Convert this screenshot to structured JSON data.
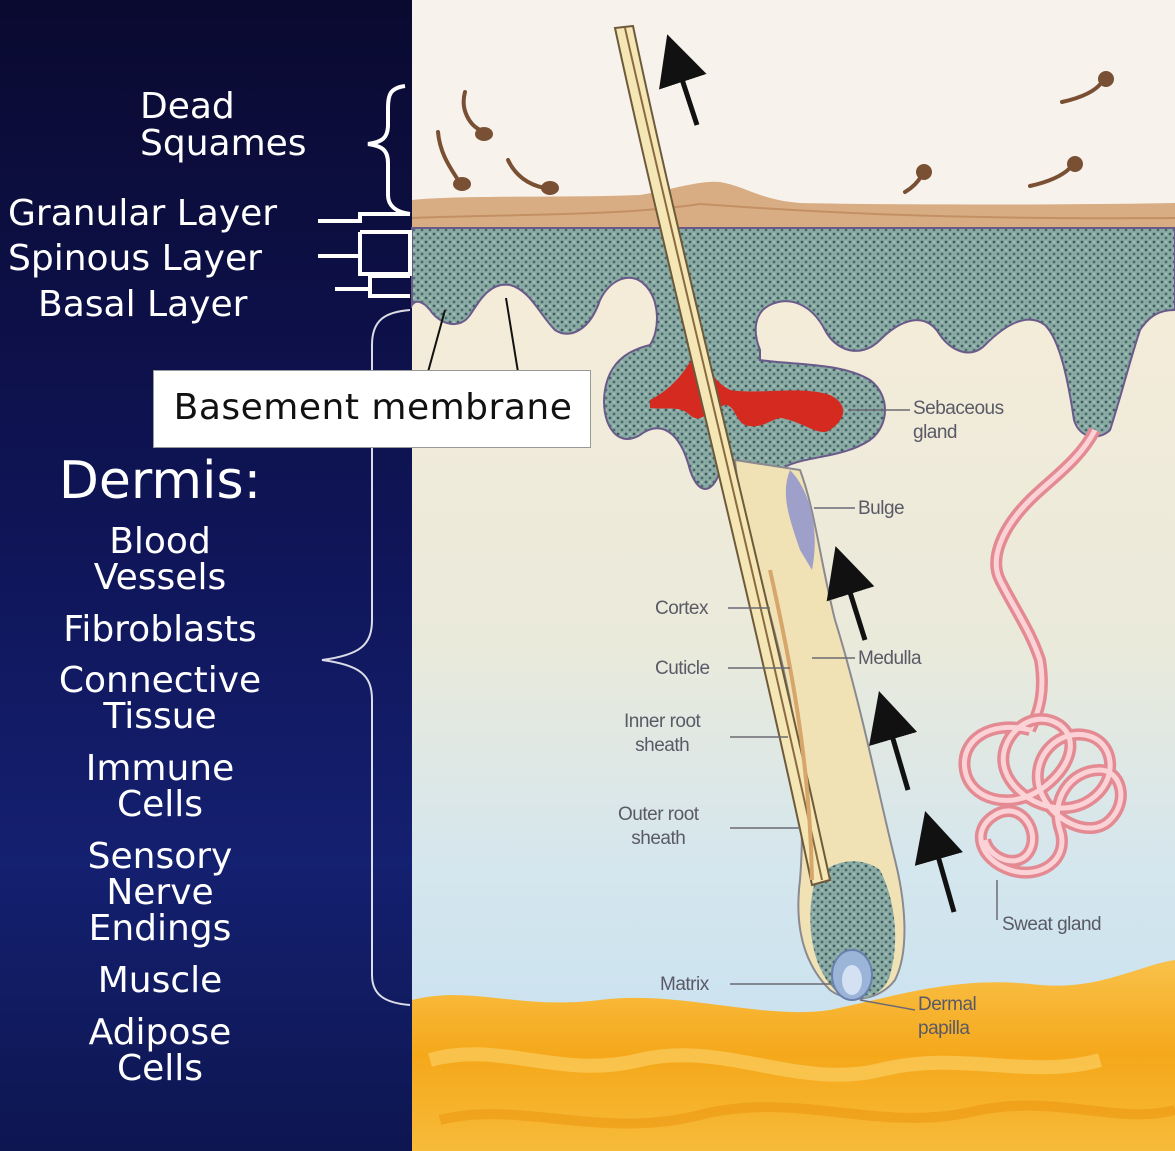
{
  "left_labels": {
    "dead_squames": [
      "Dead",
      "Squames"
    ],
    "granular": "Granular Layer",
    "spinous": "Spinous Layer",
    "basal": "Basal Layer",
    "basement_membrane": "Basement membrane",
    "dermis_heading": "Dermis:",
    "dermis_items": [
      [
        "Blood",
        "Vessels"
      ],
      [
        "Fibroblasts"
      ],
      [
        "Connective",
        "Tissue"
      ],
      [
        "Immune",
        "Cells"
      ],
      [
        "Sensory",
        "Nerve",
        "Endings"
      ],
      [
        "Muscle"
      ],
      [
        "Adipose",
        "Cells"
      ]
    ]
  },
  "diagram_labels": {
    "sebaceous": [
      "Sebaceous",
      "gland"
    ],
    "bulge": "Bulge",
    "cortex": "Cortex",
    "medulla": "Medulla",
    "cuticle": "Cuticle",
    "inner_root": [
      "Inner root",
      "sheath"
    ],
    "outer_root": [
      "Outer root",
      "sheath"
    ],
    "sweat_gland": "Sweat gland",
    "matrix": "Matrix",
    "dermal_papilla": [
      "Dermal",
      "papilla"
    ]
  },
  "colors": {
    "left_panel": "#0f1456",
    "epidermis": "#7e9f98",
    "sebum": "#d42a20",
    "fat": "#f7b125",
    "sweat_gland": "#f2a6ad"
  }
}
